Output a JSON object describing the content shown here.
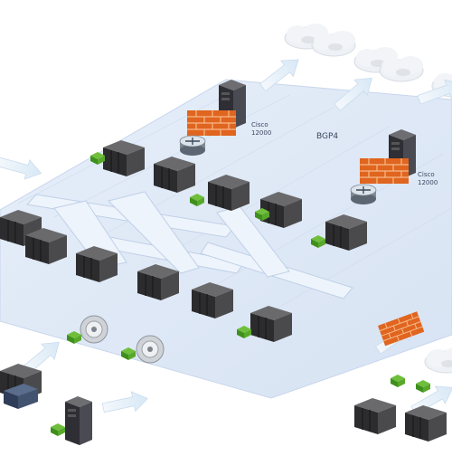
{
  "network_label": "BGP4",
  "routers": [
    {
      "model_line1": "Cisco",
      "model_line2": "12000"
    },
    {
      "model_line1": "Cisco",
      "model_line2": "12000"
    }
  ],
  "colors": {
    "platform": "#dfe8f6",
    "platform_edge": "#c5d3ea",
    "backbone": "#e3ecf8",
    "server_top": "#5e5e60",
    "server_front": "#2e2e30",
    "firewall": "#e56a21",
    "cloud": "#e9edf2",
    "arrow": "#e3eff9"
  },
  "icons": [
    "server-icon",
    "firewall-icon",
    "router-icon",
    "cloud-icon",
    "switch-icon",
    "workstation-icon",
    "arrow-icon"
  ]
}
